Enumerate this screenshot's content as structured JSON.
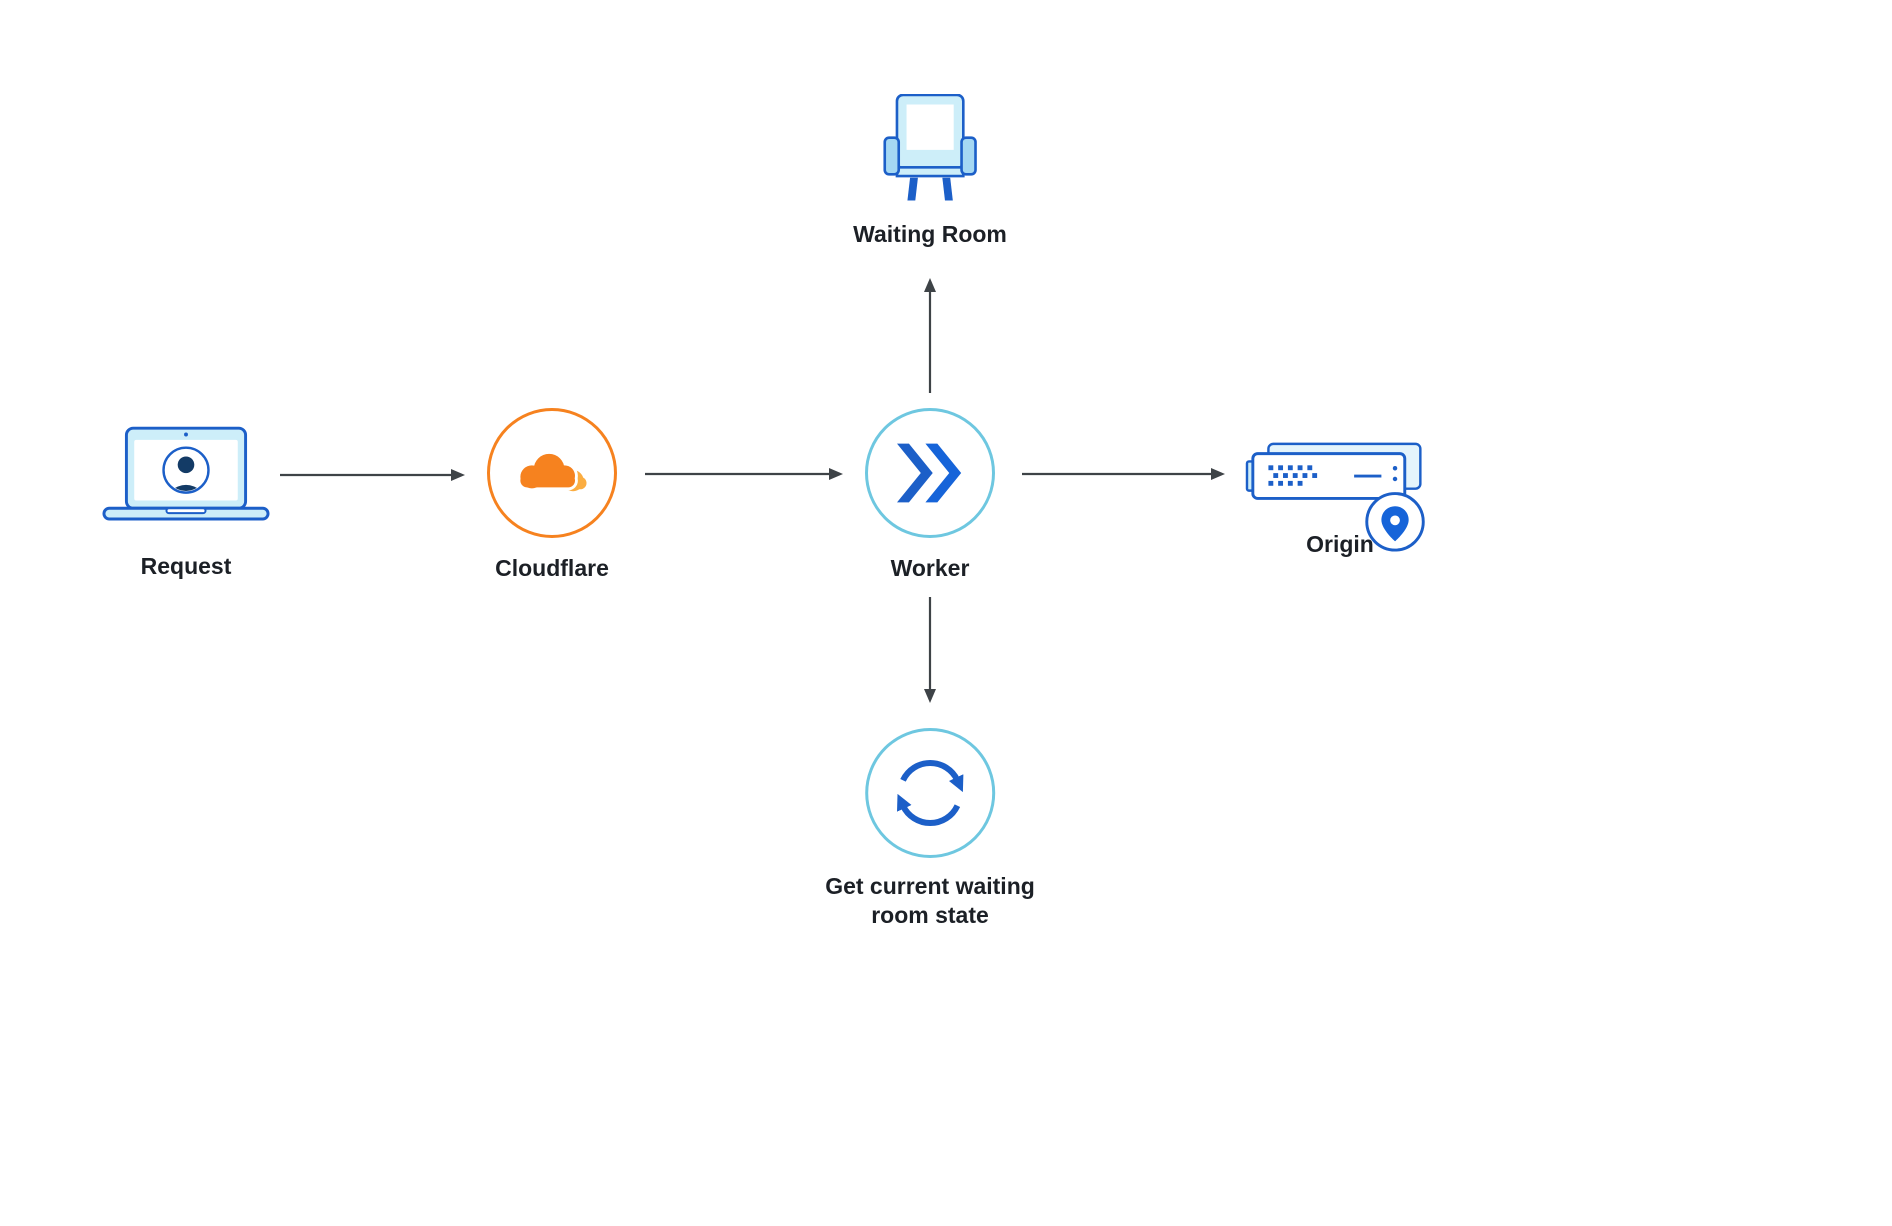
{
  "diagram": {
    "nodes": {
      "request": {
        "label": "Request",
        "icon": "laptop-user-icon"
      },
      "cloudflare": {
        "label": "Cloudflare",
        "icon": "cloudflare-logo-icon"
      },
      "worker": {
        "label": "Worker",
        "icon": "workers-logo-icon"
      },
      "waiting_room": {
        "label": "Waiting Room",
        "icon": "armchair-icon"
      },
      "origin": {
        "label": "Origin",
        "icon": "origin-server-icon"
      },
      "get_state": {
        "label": "Get current waiting\nroom state",
        "icon": "sync-icon"
      }
    },
    "edges": [
      {
        "from": "request",
        "to": "cloudflare"
      },
      {
        "from": "cloudflare",
        "to": "worker"
      },
      {
        "from": "worker",
        "to": "waiting_room"
      },
      {
        "from": "worker",
        "to": "origin"
      },
      {
        "from": "worker",
        "to": "get_state"
      }
    ],
    "colors": {
      "arrow": "#3E4347",
      "text": "#1C2026",
      "orange": "#F6821F",
      "orange_light": "#FBAD41",
      "blue": "#1C5FC8",
      "blue_bright": "#1664D9",
      "teal_ring": "#6EC7E0",
      "light_blue_fill": "#CDEEF9",
      "lighter_blue_fill": "#E4F4FC",
      "navy": "#133B66",
      "arm_fill": "#A5D8F3"
    }
  }
}
